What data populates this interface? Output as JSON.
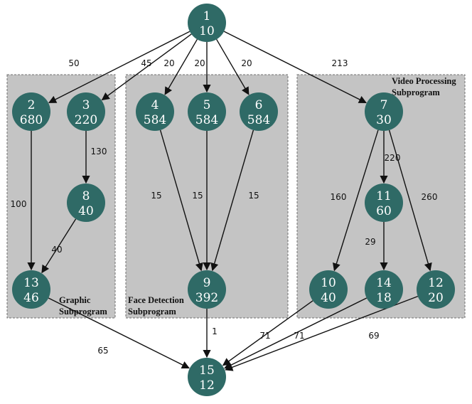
{
  "colors": {
    "node": "#2f6a66",
    "box": "#c4c4c4",
    "edge": "#111111"
  },
  "groups": [
    {
      "id": "graphic",
      "lines": [
        "Graphic",
        "Subprogram"
      ]
    },
    {
      "id": "face",
      "lines": [
        "Face Detection",
        "Subprogram"
      ]
    },
    {
      "id": "video",
      "lines": [
        "Video Processing",
        "Subprogram"
      ]
    }
  ],
  "nodes": [
    {
      "id": "1",
      "top": "1",
      "bottom": "10"
    },
    {
      "id": "2",
      "top": "2",
      "bottom": "680"
    },
    {
      "id": "3",
      "top": "3",
      "bottom": "220"
    },
    {
      "id": "4",
      "top": "4",
      "bottom": "584"
    },
    {
      "id": "5",
      "top": "5",
      "bottom": "584"
    },
    {
      "id": "6",
      "top": "6",
      "bottom": "584"
    },
    {
      "id": "7",
      "top": "7",
      "bottom": "30"
    },
    {
      "id": "8",
      "top": "8",
      "bottom": "40"
    },
    {
      "id": "9",
      "top": "9",
      "bottom": "392"
    },
    {
      "id": "10",
      "top": "10",
      "bottom": "40"
    },
    {
      "id": "11",
      "top": "11",
      "bottom": "60"
    },
    {
      "id": "12",
      "top": "12",
      "bottom": "20"
    },
    {
      "id": "13",
      "top": "13",
      "bottom": "46"
    },
    {
      "id": "14",
      "top": "14",
      "bottom": "18"
    },
    {
      "id": "15",
      "top": "15",
      "bottom": "12"
    }
  ],
  "edges": [
    {
      "from": "1",
      "to": "2",
      "weight": "50"
    },
    {
      "from": "1",
      "to": "3",
      "weight": "45"
    },
    {
      "from": "1",
      "to": "4",
      "weight": "20"
    },
    {
      "from": "1",
      "to": "5",
      "weight": "20"
    },
    {
      "from": "1",
      "to": "6",
      "weight": "20"
    },
    {
      "from": "1",
      "to": "7",
      "weight": "213"
    },
    {
      "from": "2",
      "to": "13",
      "weight": "100"
    },
    {
      "from": "3",
      "to": "8",
      "weight": "130"
    },
    {
      "from": "8",
      "to": "13",
      "weight": "40"
    },
    {
      "from": "4",
      "to": "9",
      "weight": "15"
    },
    {
      "from": "5",
      "to": "9",
      "weight": "15"
    },
    {
      "from": "6",
      "to": "9",
      "weight": "15"
    },
    {
      "from": "7",
      "to": "10",
      "weight": "160"
    },
    {
      "from": "7",
      "to": "11",
      "weight": "220"
    },
    {
      "from": "7",
      "to": "12",
      "weight": "260"
    },
    {
      "from": "11",
      "to": "14",
      "weight": "29"
    },
    {
      "from": "13",
      "to": "15",
      "weight": "65"
    },
    {
      "from": "9",
      "to": "15",
      "weight": "1"
    },
    {
      "from": "10",
      "to": "15",
      "weight": "71"
    },
    {
      "from": "14",
      "to": "15",
      "weight": "71"
    },
    {
      "from": "12",
      "to": "15",
      "weight": "69"
    }
  ]
}
